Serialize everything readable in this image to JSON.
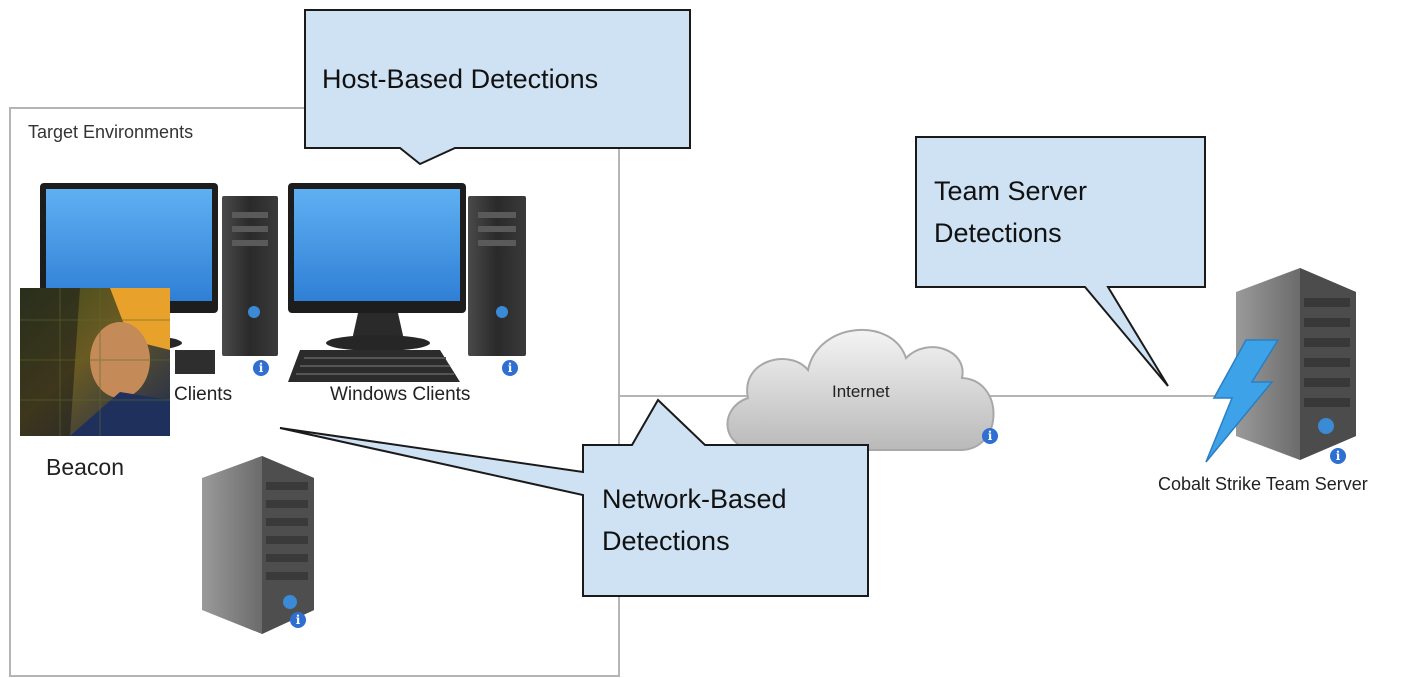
{
  "environment": {
    "title": "Target Environments"
  },
  "nodes": {
    "clients_label": "Clients",
    "windows_clients_label": "Windows Clients",
    "beacon_label": "Beacon",
    "internet_label": "Internet",
    "team_server_label": "Cobalt Strike Team Server"
  },
  "callouts": {
    "host_based": [
      "Host-Based Detections"
    ],
    "team_server": [
      "Team Server",
      "Detections"
    ],
    "network_based": [
      "Network-Based",
      "Detections"
    ]
  },
  "icons": {
    "info": "info-icon",
    "monitor": "monitor-icon",
    "tower": "tower-pc-icon",
    "server": "server-icon",
    "cloud": "cloud-icon",
    "lightning": "lightning-icon"
  },
  "colors": {
    "callout_fill": "#cfe2f3",
    "screen": "#3f95e6",
    "info": "#2f6fd1",
    "lightning": "#3ea2e8"
  }
}
